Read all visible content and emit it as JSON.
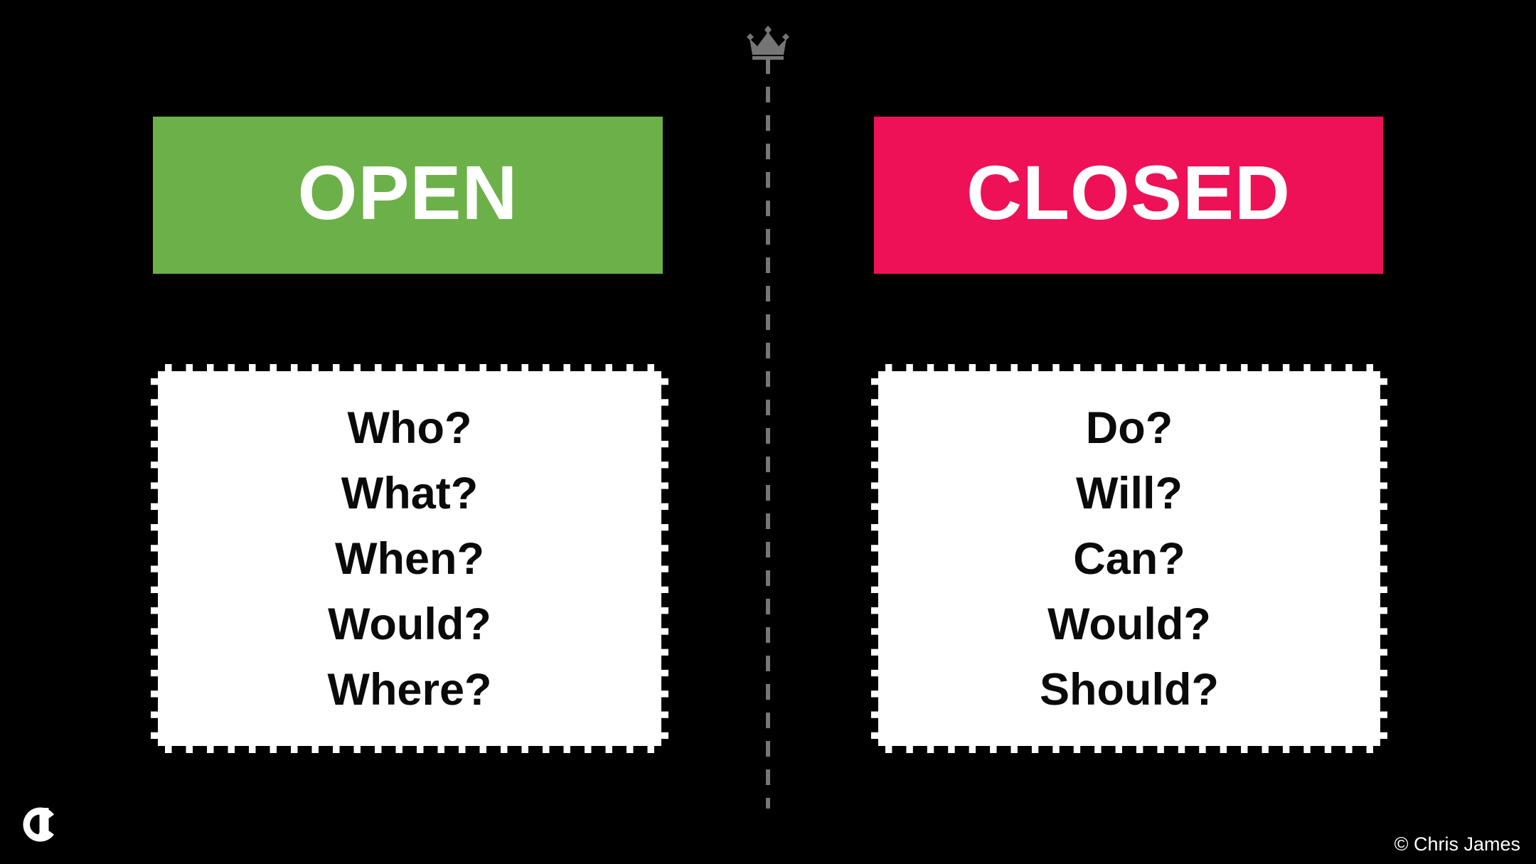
{
  "slide": {
    "background_color": "#000000",
    "crown_icon": "crown-icon",
    "crown_color": "#757575",
    "divider_color": "#777777"
  },
  "columns": [
    {
      "banner_label": "OPEN",
      "banner_color": "#6CB04A",
      "banner_text_color": "#FFFFFF",
      "questions": [
        "Who?",
        "What?",
        "When?",
        "Would?",
        "Where?"
      ]
    },
    {
      "banner_label": "CLOSED",
      "banner_color": "#EE1157",
      "banner_text_color": "#FFFFFF",
      "questions": [
        "Do?",
        "Will?",
        "Can?",
        "Would?",
        "Should?"
      ]
    }
  ],
  "footer": {
    "logo_icon": "cj-monogram-logo",
    "copyright": "© Chris James"
  }
}
